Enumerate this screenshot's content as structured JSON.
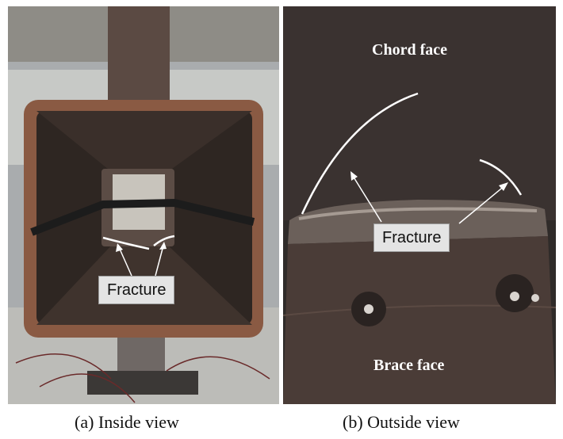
{
  "panel_a": {
    "fracture_label": "Fracture",
    "caption": "(a)  Inside view"
  },
  "panel_b": {
    "chord_face_label": "Chord face",
    "brace_face_label": "Brace face",
    "fracture_label": "Fracture",
    "caption": "(b)  Outside view"
  },
  "colors": {
    "background": "#ffffff",
    "label_box": "#e4e4e4",
    "annotation_line": "#ffffff",
    "steel_tube": "#5a3a2c"
  }
}
